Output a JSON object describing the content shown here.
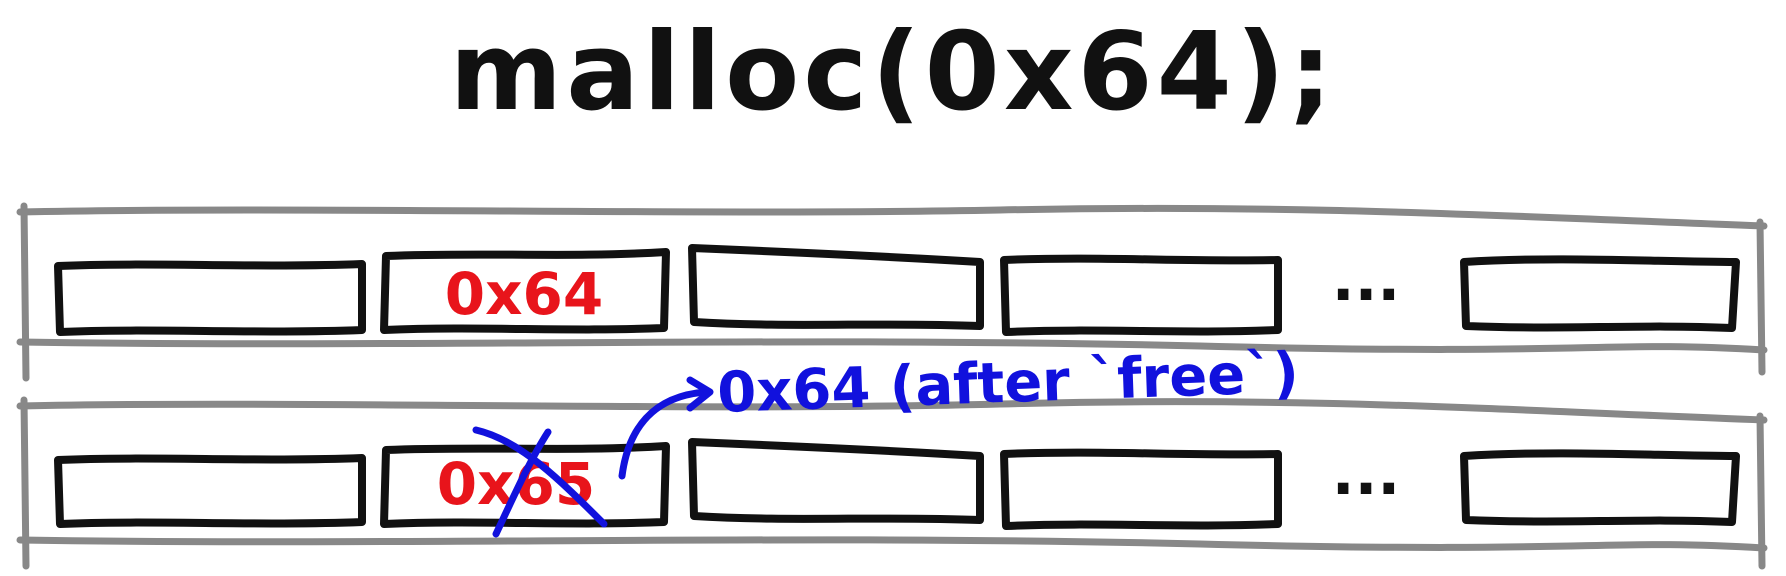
{
  "title": "malloc(0x64);",
  "rows": [
    {
      "cells": [
        "",
        "0x64",
        "",
        "",
        "",
        ""
      ],
      "ellipsis": "..."
    },
    {
      "cells": [
        "",
        "0x65",
        "",
        "",
        "",
        ""
      ],
      "ellipsis": "..."
    }
  ],
  "annotation": {
    "text": "0x64 (after `free`)",
    "struck_value": "0x65"
  },
  "colors": {
    "outline": "#111111",
    "row_frame": "#888888",
    "value": "#e8141b",
    "annotation": "#1111dd"
  }
}
